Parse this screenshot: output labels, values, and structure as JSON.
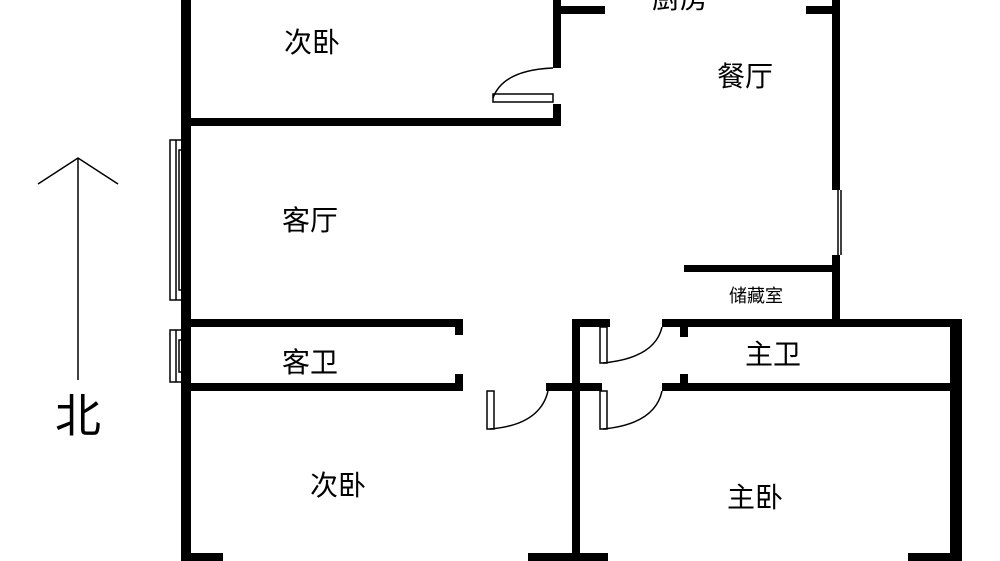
{
  "rooms": {
    "bedroom_top": "次卧",
    "kitchen": "厨房",
    "dining": "餐厅",
    "living": "客厅",
    "storage": "储藏室",
    "guest_bath": "客卫",
    "master_bath": "主卫",
    "bedroom_bottom": "次卧",
    "master_bedroom": "主卧"
  },
  "compass": {
    "north_label": "北"
  },
  "colors": {
    "wall": "#000000",
    "background": "#ffffff"
  }
}
